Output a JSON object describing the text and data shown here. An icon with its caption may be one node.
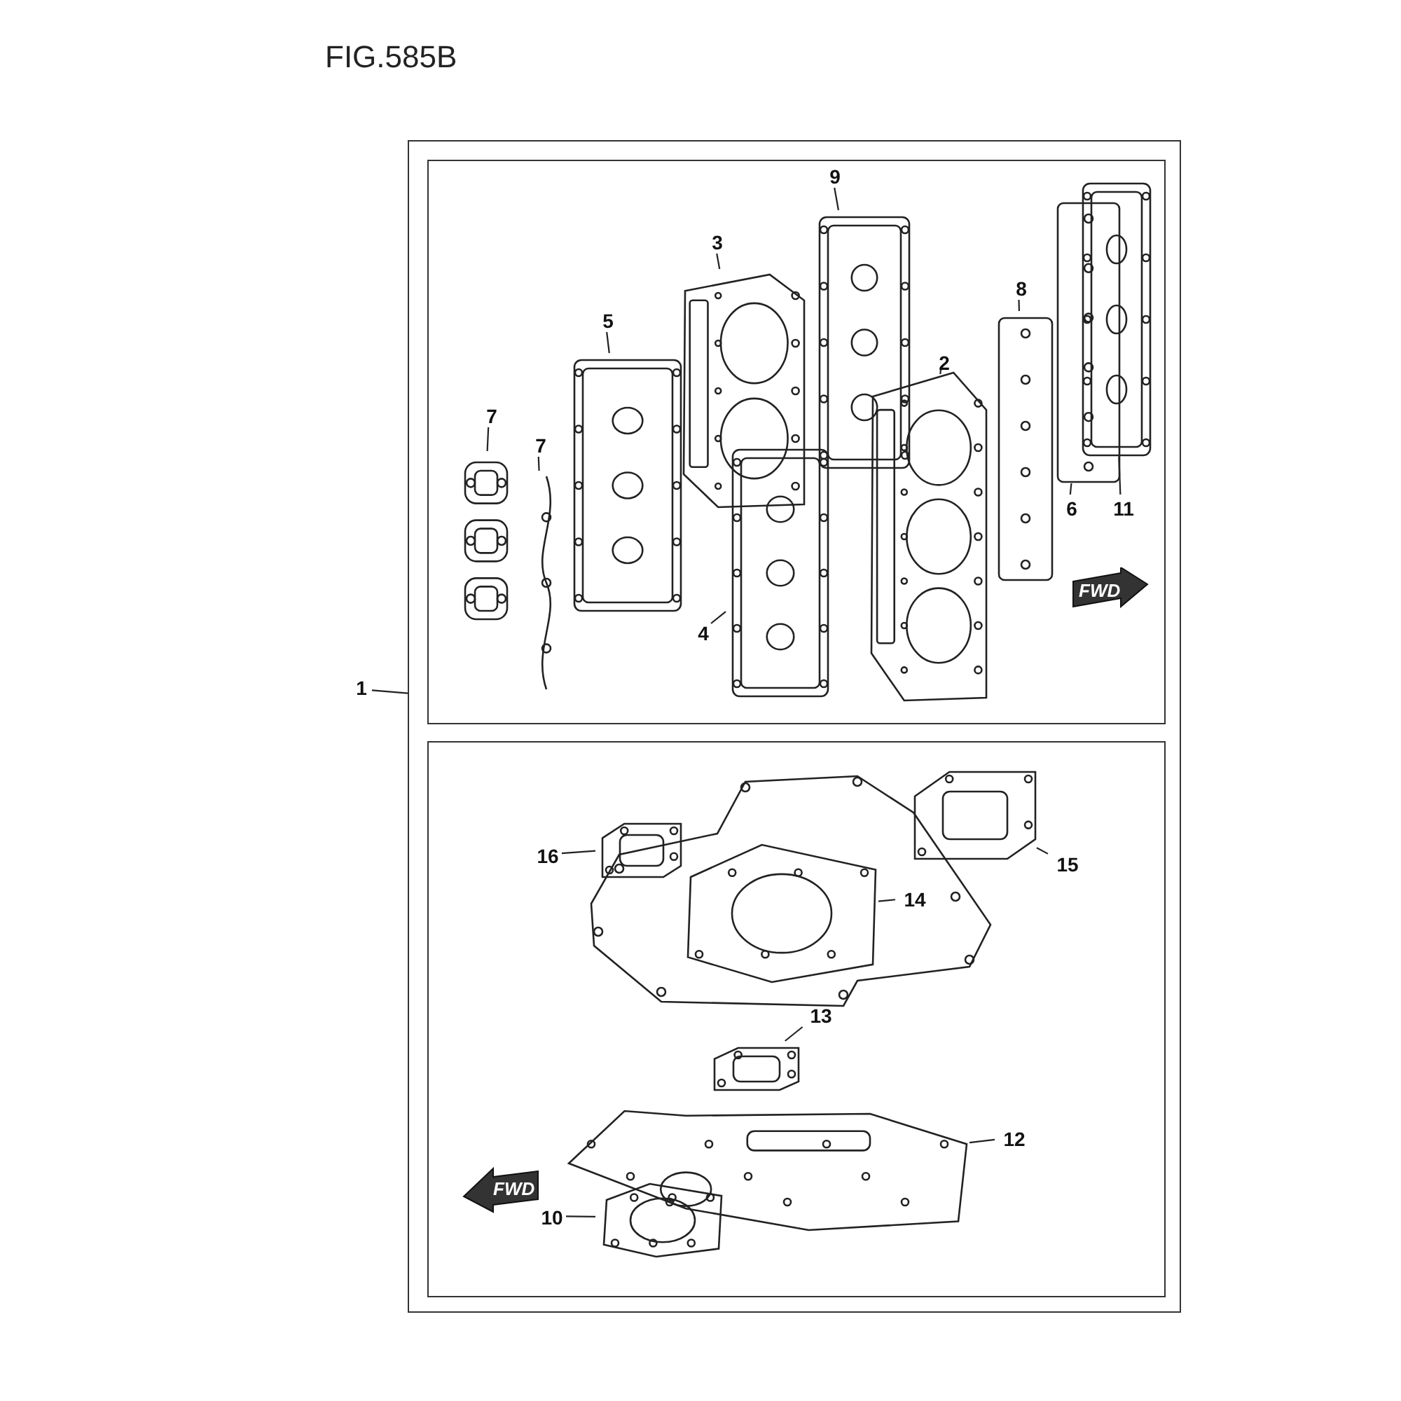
{
  "diagram": {
    "title": "FIG.585B",
    "nodes": [
      {
        "text": [],
        "shape": "box"
      },
      {
        "text": [
          "1"
        ]
      },
      {
        "text": [],
        "shape": "box",
        "in": 0
      },
      {
        "text": [],
        "shape": "box",
        "in": 0
      },
      {
        "text": [
          "9"
        ],
        "in": 2
      },
      {
        "text": [],
        "shape": "picture",
        "in": 2
      },
      {
        "text": [
          "3"
        ],
        "in": 2
      },
      {
        "text": [],
        "shape": "picture",
        "in": 2
      },
      {
        "text": [
          "8"
        ],
        "in": 2
      },
      {
        "text": [],
        "shape": "picture",
        "in": 2
      },
      {
        "text": [
          "2"
        ],
        "in": 2
      },
      {
        "text": [],
        "shape": "picture",
        "in": 2
      },
      {
        "text": [
          "5"
        ],
        "in": 2
      },
      {
        "text": [],
        "shape": "picture",
        "in": 2
      },
      {
        "text": [
          "7"
        ],
        "in": 2
      },
      {
        "text": [],
        "shape": "picture",
        "in": 2
      },
      {
        "text": [
          "7"
        ],
        "in": 2
      },
      {
        "text": [],
        "shape": "picture",
        "in": 2
      },
      {
        "text": [
          "6"
        ],
        "in": 2
      },
      {
        "text": [],
        "shape": "picture",
        "in": 2
      },
      {
        "text": [
          "11"
        ],
        "in": 2
      },
      {
        "text": [],
        "shape": "picture",
        "in": 2
      },
      {
        "text": [
          "4"
        ],
        "in": 2
      },
      {
        "text": [],
        "shape": "picture",
        "in": 2
      },
      {
        "text": [
          "16"
        ],
        "in": 3
      },
      {
        "text": [],
        "shape": "picture",
        "in": 3
      },
      {
        "text": [
          "15"
        ],
        "in": 3
      },
      {
        "text": [],
        "shape": "picture",
        "in": 3
      },
      {
        "text": [
          "14"
        ],
        "in": 3
      },
      {
        "text": [],
        "shape": "picture",
        "in": 3
      },
      {
        "text": [
          "13"
        ],
        "in": 3
      },
      {
        "text": [],
        "shape": "picture",
        "in": 3
      },
      {
        "text": [
          "12"
        ],
        "in": 3
      },
      {
        "text": [],
        "shape": "picture",
        "in": 3
      },
      {
        "text": [
          "10"
        ],
        "in": 3
      },
      {
        "text": [],
        "shape": "picture",
        "in": 3
      }
    ],
    "edges": [
      {
        "from": 1,
        "to": 0,
        "arrow": "none"
      },
      {
        "from": 4,
        "to": 5,
        "arrow": "none"
      },
      {
        "from": 6,
        "to": 7,
        "arrow": "none"
      },
      {
        "from": 8,
        "to": 9,
        "arrow": "none"
      },
      {
        "from": 10,
        "to": 11,
        "arrow": "none"
      },
      {
        "from": 12,
        "to": 13,
        "arrow": "none"
      },
      {
        "from": 14,
        "to": 15,
        "arrow": "none"
      },
      {
        "from": 16,
        "to": 17,
        "arrow": "none"
      },
      {
        "from": 18,
        "to": 19,
        "arrow": "none"
      },
      {
        "from": 20,
        "to": 21,
        "arrow": "none"
      },
      {
        "from": 22,
        "to": 23,
        "arrow": "none"
      },
      {
        "from": 24,
        "to": 25,
        "arrow": "none"
      },
      {
        "from": 26,
        "to": 27,
        "arrow": "none"
      },
      {
        "from": 28,
        "to": 29,
        "arrow": "none"
      },
      {
        "from": 30,
        "to": 31,
        "arrow": "none"
      },
      {
        "from": 32,
        "to": 33,
        "arrow": "none"
      },
      {
        "from": 34,
        "to": 35,
        "arrow": "none"
      }
    ],
    "labels": [
      "FWD",
      "FWD"
    ]
  }
}
